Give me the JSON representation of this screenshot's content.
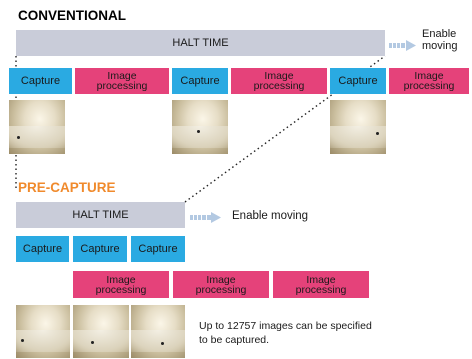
{
  "conventional": {
    "title": "CONVENTIONAL",
    "halt_label": "HALT TIME",
    "move_label": "Enable\nmoving",
    "steps": [
      {
        "kind": "capture",
        "label": "Capture"
      },
      {
        "kind": "processing",
        "label": "Image\nprocessing"
      },
      {
        "kind": "capture",
        "label": "Capture"
      },
      {
        "kind": "processing",
        "label": "Image\nprocessing"
      },
      {
        "kind": "capture",
        "label": "Capture"
      },
      {
        "kind": "processing",
        "label": "Image\nprocessing"
      }
    ]
  },
  "precapture": {
    "title": "PRE-CAPTURE",
    "halt_label": "HALT TIME",
    "move_label": "Enable moving",
    "captures": [
      "Capture",
      "Capture",
      "Capture"
    ],
    "processing": [
      "Image\nprocessing",
      "Image\nprocessing",
      "Image\nprocessing"
    ],
    "note": "Up to 12757 images can be specified\nto be captured."
  },
  "colors": {
    "halt": "#c9ccd9",
    "capture": "#2aaae2",
    "processing": "#e5427a",
    "precapture_title": "#f08a2c"
  }
}
